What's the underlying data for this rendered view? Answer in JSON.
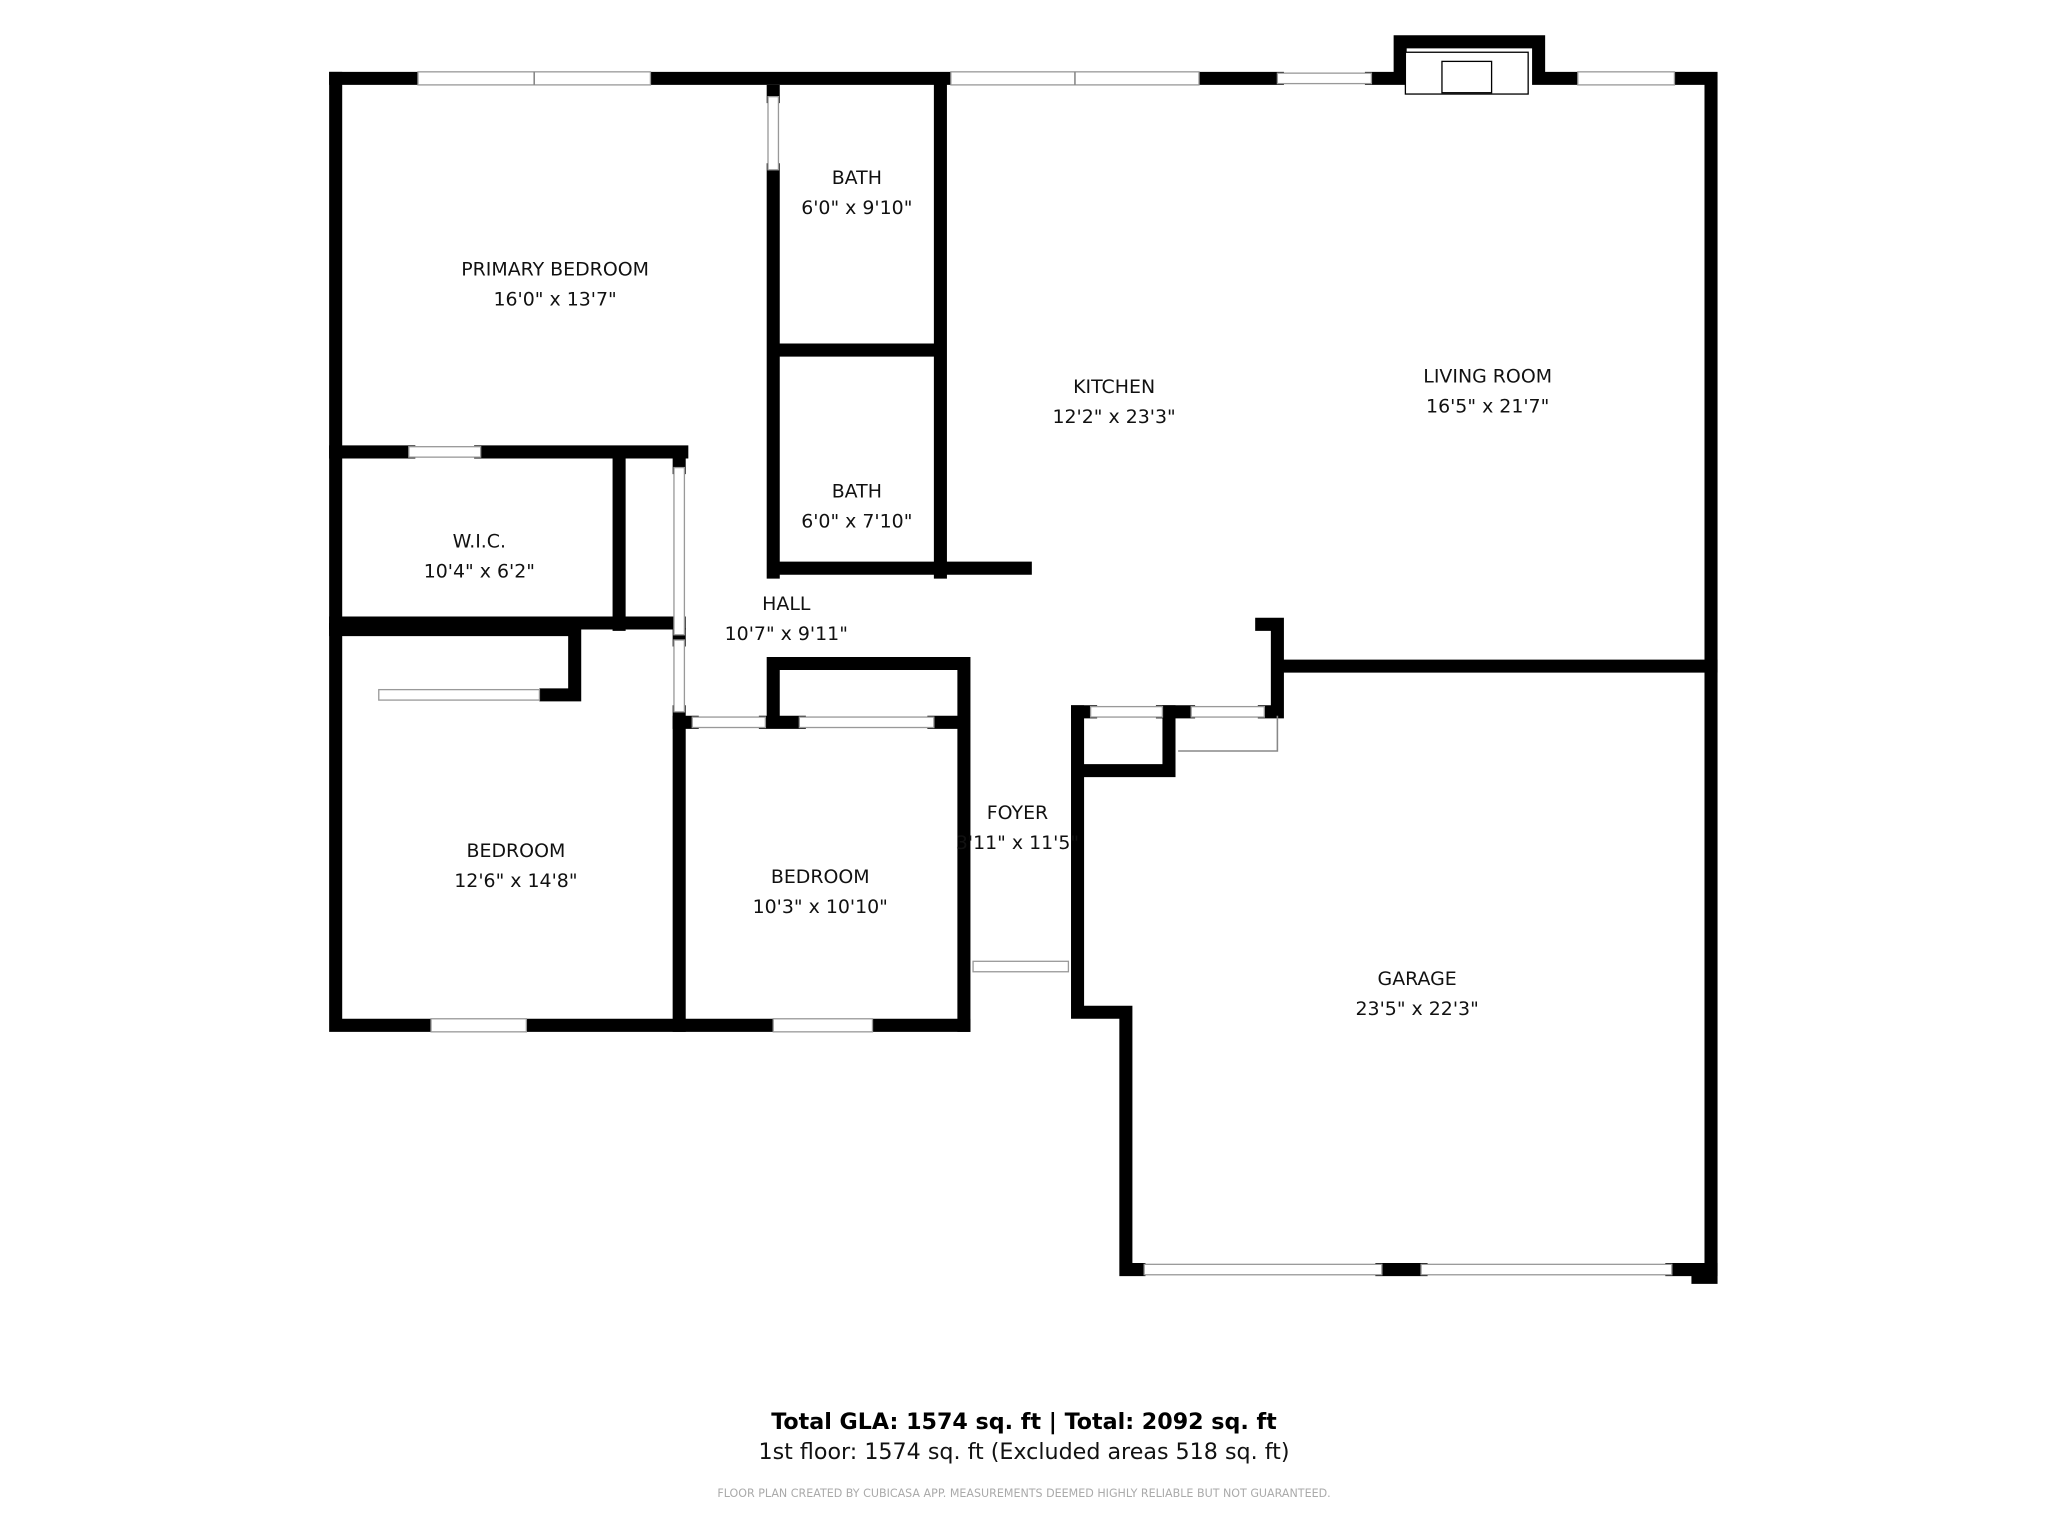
{
  "rooms": {
    "primary_bedroom": {
      "name": "PRIMARY BEDROOM",
      "size": "16'0\" x 13'7\""
    },
    "bath1": {
      "name": "BATH",
      "size": "6'0\" x 9'10\""
    },
    "bath2": {
      "name": "BATH",
      "size": "6'0\" x 7'10\""
    },
    "kitchen": {
      "name": "KITCHEN",
      "size": "12'2\" x 23'3\""
    },
    "living_room": {
      "name": "LIVING ROOM",
      "size": "16'5\" x 21'7\""
    },
    "wic": {
      "name": "W.I.C.",
      "size": "10'4\" x 6'2\""
    },
    "hall": {
      "name": "HALL",
      "size": "10'7\" x 9'11\""
    },
    "bedroom1": {
      "name": "BEDROOM",
      "size": "12'6\" x 14'8\""
    },
    "bedroom2": {
      "name": "BEDROOM",
      "size": "10'3\" x 10'10\""
    },
    "foyer": {
      "name": "FOYER",
      "size": "3'11\" x 11'5\""
    },
    "garage": {
      "name": "GARAGE",
      "size": "23'5\" x 22'3\""
    }
  },
  "summary": {
    "totals": "Total GLA: 1574 sq. ft | Total: 2092 sq. ft",
    "floor": "1st floor: 1574 sq. ft (Excluded areas 518 sq. ft)",
    "disclaimer": "FLOOR PLAN CREATED BY CUBICASA APP. MEASUREMENTS DEEMED HIGHLY RELIABLE BUT NOT GUARANTEED."
  }
}
